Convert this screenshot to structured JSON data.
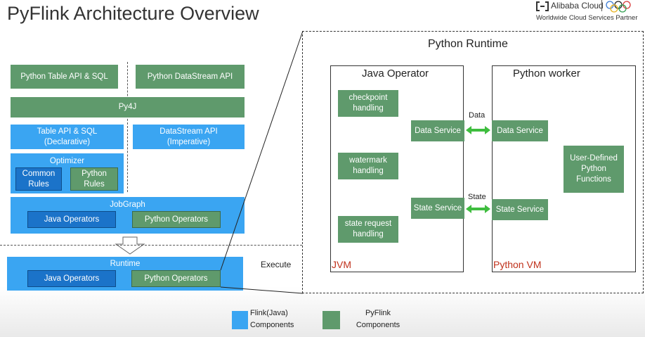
{
  "title": "PyFlink Architecture Overview",
  "logo": {
    "brand": "Alibaba Cloud",
    "tagline": "Worldwide Cloud Services Partner"
  },
  "left": {
    "python_table_api": "Python Table API & SQL",
    "python_datastream_api": "Python DataStream API",
    "py4j": "Py4J",
    "table_api_line1": "Table API & SQL",
    "table_api_line2": "(Declarative)",
    "datastream_api_line1": "DataStream API",
    "datastream_api_line2": "(Imperative)",
    "optimizer": "Optimizer",
    "common_rules_line1": "Common",
    "common_rules_line2": "Rules",
    "python_rules_line1": "Python",
    "python_rules_line2": "Rules",
    "jobgraph": "JobGraph",
    "java_operators": "Java Operators",
    "python_operators": "Python Operators",
    "runtime": "Runtime",
    "execute": "Execute"
  },
  "python_runtime": {
    "title": "Python Runtime",
    "java_operator": {
      "title": "Java Operator",
      "checkpoint_line1": "checkpoint",
      "checkpoint_line2": "handling",
      "watermark_line1": "watermark",
      "watermark_line2": "handling",
      "state_request_line1": "state request",
      "state_request_line2": "handling",
      "data_service": "Data Service",
      "state_service": "State Service",
      "footer": "JVM"
    },
    "python_worker": {
      "title": "Python worker",
      "data_service": "Data Service",
      "state_service": "State Service",
      "udf_line1": "User-Defined",
      "udf_line2": "Python",
      "udf_line3": "Functions",
      "footer": "Python VM"
    },
    "data_label": "Data",
    "state_label": "State"
  },
  "legend": {
    "flink_line1": "Flink(Java)",
    "flink_line2": "Components",
    "pyflink_line1": "PyFlink",
    "pyflink_line2": "Components"
  },
  "colors": {
    "flink_java": "#3aa5f2",
    "pyflink": "#5f9a6c",
    "accent_red": "#c0321c"
  }
}
